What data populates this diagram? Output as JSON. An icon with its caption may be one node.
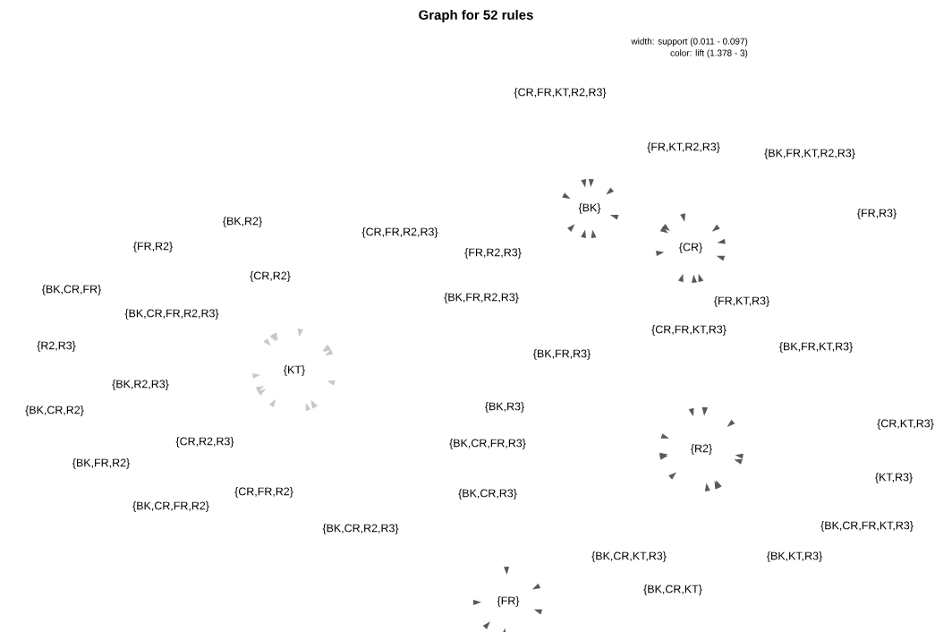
{
  "diagram": {
    "title": "Graph for 52 rules",
    "labels": [
      "width: support (0.011 - 0.097)",
      "color: lift (1.378 - 3)",
      "{CR,FR,KT,R2,R3}",
      "{FR,KT,R2,R3}",
      "{BK,FR,KT,R2,R3}",
      "{BK}",
      "{FR,R3}",
      "{BK,R2}",
      "{CR,FR,R2,R3}",
      "{FR,R2}",
      "{FR,R2,R3}",
      "{CR}",
      "{CR,R2}",
      "{BK,CR,FR}",
      "{BK,FR,R2,R3}",
      "{FR,KT,R3}",
      "{BK,CR,FR,R2,R3}",
      "{CR,FR,KT,R3}",
      "{R2,R3}",
      "{BK,FR,KT,R3}",
      "{BK,FR,R3}",
      "{KT}",
      "{BK,R2,R3}",
      "{BK,CR,R2}",
      "{BK,R3}",
      "{CR,KT,R3}",
      "{CR,R2,R3}",
      "{BK,CR,FR,R3}",
      "{R2}",
      "{BK,FR,R2}",
      "{KT,R3}",
      "{CR,FR,R2}",
      "{BK,CR,R3}",
      "{BK,CR,FR,R2}",
      "{BK,CR,R2,R3}",
      "{BK,CR,FR,KT,R3}",
      "{BK,CR,KT,R3}",
      "{BK,KT,R3}",
      "{BK,CR,KT}",
      "{FR}"
    ]
  }
}
